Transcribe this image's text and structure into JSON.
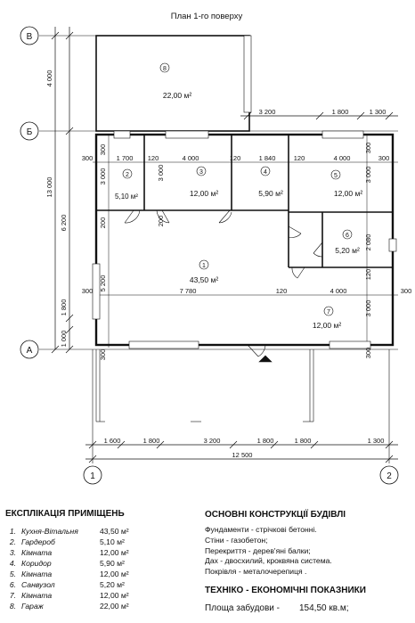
{
  "title": "План 1-го поверху",
  "axes": {
    "letters": [
      "В",
      "Б",
      "А"
    ],
    "numbers": [
      "1",
      "2"
    ]
  },
  "rooms": [
    {
      "num": "1",
      "area": "43,50 м²"
    },
    {
      "num": "2",
      "area": "5,10 м²"
    },
    {
      "num": "3",
      "area": "12,00 м²"
    },
    {
      "num": "4",
      "area": "5,90 м²"
    },
    {
      "num": "5",
      "area": "12,00 м²"
    },
    {
      "num": "6",
      "area": "5,20 м²"
    },
    {
      "num": "7",
      "area": "12,00 м²"
    },
    {
      "num": "8",
      "area": "22,00 м²"
    }
  ],
  "dims": {
    "top": [
      "3 200",
      "1 800",
      "1 300"
    ],
    "left_segments": [
      "4 000",
      "6 200",
      "1 800",
      "1 000"
    ],
    "left_total": "13 000",
    "bottom": [
      "1 600",
      "1 800",
      "3 200",
      "1 800",
      "1 800",
      "1 300"
    ],
    "bottom_total": "12 500",
    "inner": {
      "d1700": "1 700",
      "d4000a": "4 000",
      "d1840": "1 840",
      "d4000b": "4 000",
      "d7780": "7 780",
      "d4000c": "4 000",
      "d3000a": "3 000",
      "d3000b": "3 000",
      "d3000c": "3 000",
      "d3000d": "3 000",
      "d5200": "5 200",
      "d2080": "2 080",
      "w300": "300",
      "w120": "120",
      "w200": "200"
    }
  },
  "explication": {
    "title": "ЕКСПЛІКАЦІЯ ПРИМІЩЕНЬ",
    "rows": [
      {
        "n": "1.",
        "name": "Кухня-Вітальня",
        "area": "43,50 м²"
      },
      {
        "n": "2.",
        "name": "Гардероб",
        "area": "5,10 м²"
      },
      {
        "n": "3.",
        "name": "Кімната",
        "area": "12,00 м²"
      },
      {
        "n": "4.",
        "name": "Коридор",
        "area": "5,90 м²"
      },
      {
        "n": "5.",
        "name": "Кімната",
        "area": "12,00 м²"
      },
      {
        "n": "6.",
        "name": "Санвузол",
        "area": "5,20 м²"
      },
      {
        "n": "7.",
        "name": "Кімната",
        "area": "12,00 м²"
      },
      {
        "n": "8.",
        "name": "Гараж",
        "area": "22,00 м²"
      }
    ]
  },
  "constructions": {
    "title": "ОСНОВНІ КОНСТРУКЦІЇ БУДІВЛІ",
    "lines": [
      "Фундаменти - стрічкові бетонні.",
      "Стіни - газобетон;",
      "Перекриття - дерев'яні балки;",
      "Дах - двосхилий, кроквяна система.",
      "Покрівля - металочерепиця ."
    ]
  },
  "indicators": {
    "title": "ТЕХНІКО - ЕКОНОМІЧНІ ПОКАЗНИКИ",
    "label": "Площа забудови -",
    "value": "154,50 кв.м;"
  }
}
